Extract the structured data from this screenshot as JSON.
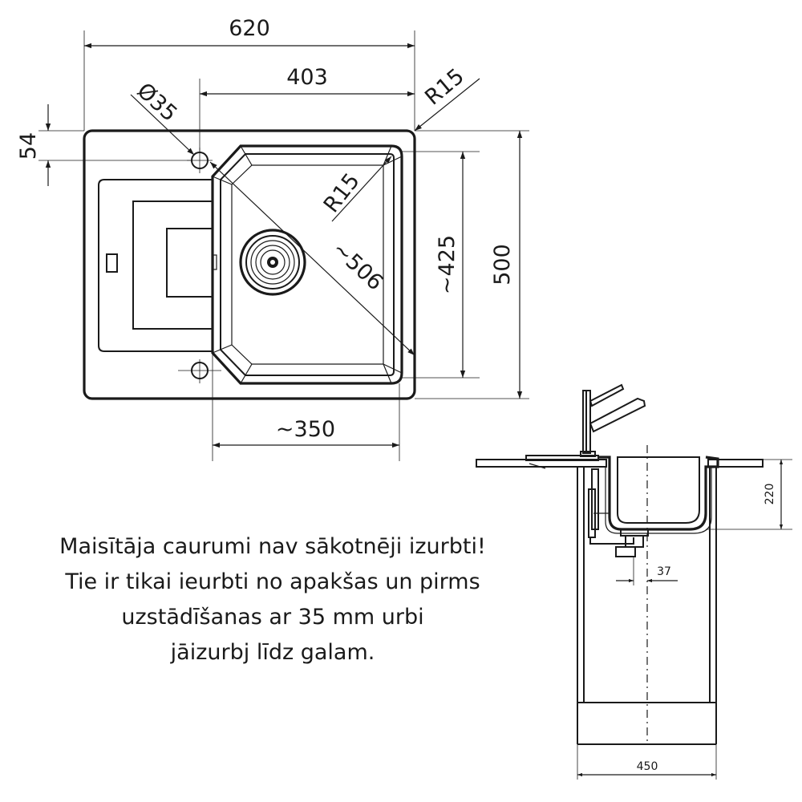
{
  "top_view": {
    "dimensions": {
      "overall_width": "620",
      "bowl_offset": "403",
      "corner_radius_outer": "R15",
      "tap_hole": "Ø35",
      "tap_offset": "54",
      "bowl_radius": "R15",
      "bowl_diagonal": "~506",
      "bowl_height": "~425",
      "overall_depth": "500",
      "bowl_width": "~350"
    }
  },
  "side_view": {
    "dimensions": {
      "height": "220",
      "drain_offset": "37",
      "cabinet_width": "450"
    }
  },
  "note": {
    "lines": [
      "Maisītāja caurumi nav sākotnēji izurbti!",
      "Tie ir tikai ieurbti no apakšas un pirms",
      "uzstādīšanas ar 35 mm urbi",
      "jāizurbj līdz galam."
    ]
  }
}
